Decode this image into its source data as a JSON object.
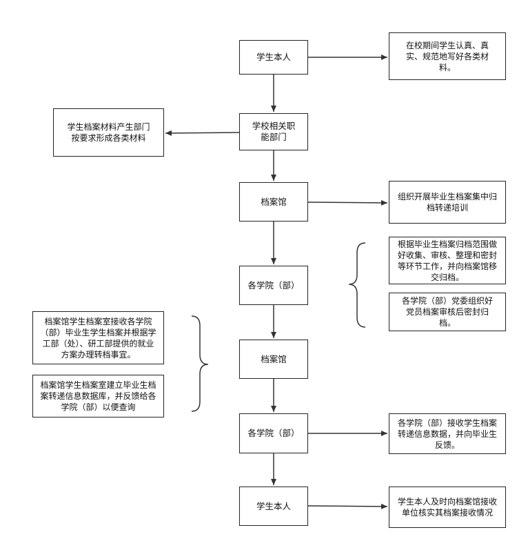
{
  "nodes": {
    "student_top": "学生本人",
    "school_dept": "学校相关职能部门",
    "archive_1": "档案馆",
    "college_1": "各学院（部）",
    "archive_2": "档案馆",
    "college_2": "各学院（部）",
    "student_bottom": "学生本人"
  },
  "notes": {
    "student_top": "在校期间学生认真、真实、规范地写好各类材料。",
    "school_dept": "学生档案材料产生部门按要求形成各类材料",
    "archive_1": "组织开展毕业生档案集中归档转递培训",
    "college_1_a": "根据毕业生档案归档范围做好收集、审核、整理和密封等环节工作，并向档案馆移交归档。",
    "college_1_b": "各学院（部）党委组织好党员档案审核后密封归档。",
    "archive_2_a": "档案馆学生档案室接收各学院（部）毕业生学生档案并根据学工部（处）、研工部提供的就业方案办理转档事宜。",
    "archive_2_b": "档案馆学生档案室建立毕业生档案转递信息数据库，并反馈给各学院（部）以便查询",
    "college_2": "各学院（部）接收学生档案转递信息数据，并向毕业生反馈。",
    "student_bottom": "学生本人及时向档案馆接收单位核实其档案接收情况"
  }
}
